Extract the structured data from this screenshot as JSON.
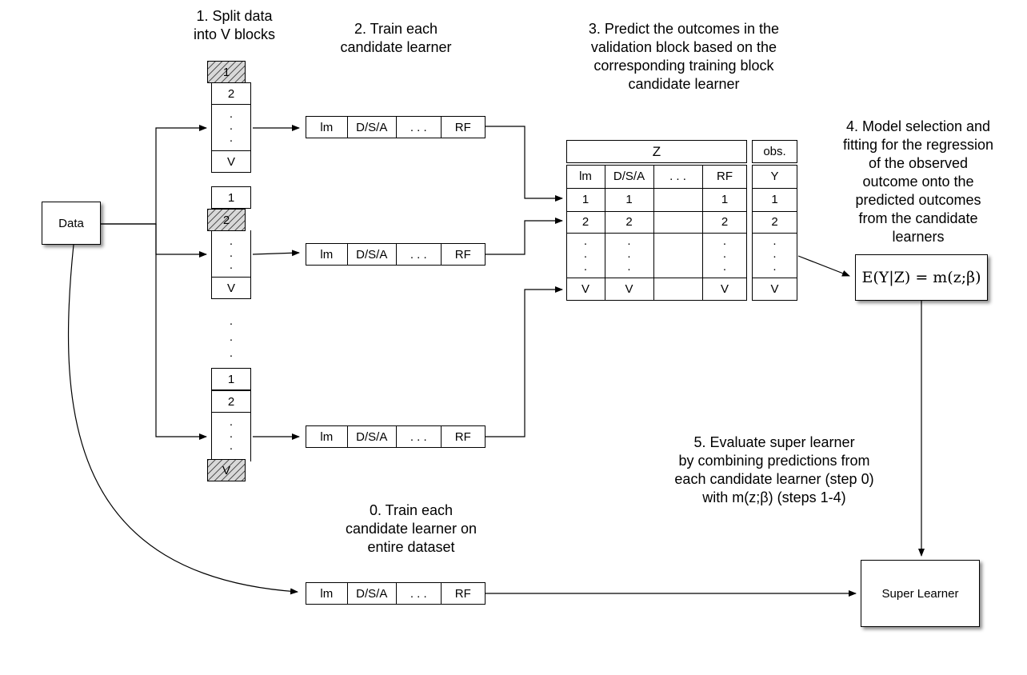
{
  "steps": {
    "split": [
      "1. Split data",
      "into V blocks"
    ],
    "train": [
      "2. Train each",
      "candidate learner"
    ],
    "predict": [
      "3. Predict the outcomes in the",
      "validation block based on the",
      "corresponding training block",
      "candidate learner"
    ],
    "select": [
      "4. Model selection and",
      "fitting for the regression",
      "of the observed",
      "outcome onto the",
      "predicted outcomes",
      "from the candidate",
      "learners"
    ],
    "evaluate": [
      "5. Evaluate super learner",
      "by combining predictions from",
      "each candidate learner (step 0)",
      "with m(z;β) (steps 1-4)"
    ],
    "train_full": [
      "0. Train each",
      "candidate learner on",
      "entire dataset"
    ]
  },
  "data_label": "Data",
  "super_learner_label": "Super Learner",
  "formula": "E(Y|Z) = m(z;β)",
  "block_labels": {
    "one": "1",
    "two": "2",
    "v": "V",
    "dot": "."
  },
  "learners": [
    "lm",
    "D/S/A",
    ". . .",
    "RF"
  ],
  "matrix": {
    "z_title": "Z",
    "obs_title": "obs.",
    "headers": [
      "lm",
      "D/S/A",
      ". . .",
      "RF"
    ],
    "obs_header": "Y",
    "row_labels": [
      "1",
      "2",
      ".",
      "V"
    ]
  },
  "colors": {
    "line": "#000000",
    "hatch_fill": "#d8d8d8"
  }
}
